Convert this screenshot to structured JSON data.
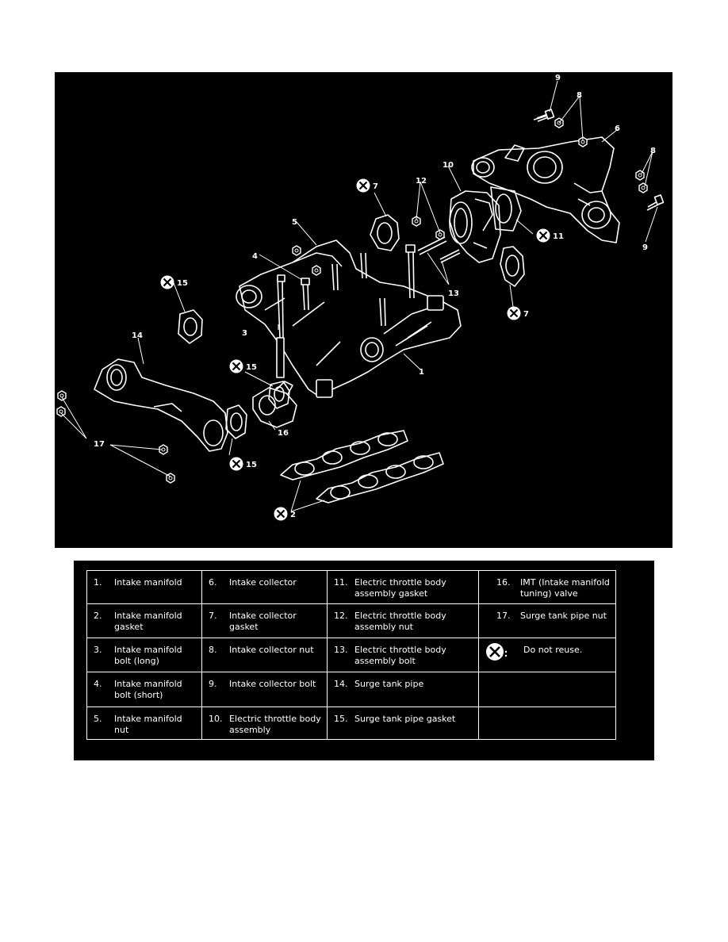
{
  "diagram": {
    "callouts": [
      "1",
      "2",
      "3",
      "4",
      "5",
      "6",
      "7",
      "7",
      "8",
      "8",
      "9",
      "9",
      "10",
      "11",
      "12",
      "13",
      "14",
      "15",
      "15",
      "15",
      "16",
      "17"
    ]
  },
  "legend": {
    "rows": [
      [
        {
          "num": "1.",
          "text": "Intake manifold"
        },
        {
          "num": "6.",
          "text": "Intake collector"
        },
        {
          "num": "11.",
          "text": "Electric throttle body assembly gasket"
        },
        {
          "num": "16.",
          "text": "IMT (Intake manifold tuning) valve"
        }
      ],
      [
        {
          "num": "2.",
          "text": "Intake manifold gasket"
        },
        {
          "num": "7.",
          "text": "Intake collector gasket"
        },
        {
          "num": "12.",
          "text": "Electric throttle body assembly nut"
        },
        {
          "num": "17.",
          "text": "Surge tank pipe nut"
        }
      ],
      [
        {
          "num": "3.",
          "text": "Intake manifold bolt (long)"
        },
        {
          "num": "8.",
          "text": "Intake collector nut"
        },
        {
          "num": "13.",
          "text": "Electric throttle body assembly bolt"
        },
        {
          "symbol": "do-not-reuse",
          "text": "Do not reuse."
        }
      ],
      [
        {
          "num": "4.",
          "text": "Intake manifold bolt (short)"
        },
        {
          "num": "9.",
          "text": "Intake collector bolt"
        },
        {
          "num": "14.",
          "text": "Surge tank pipe"
        },
        {
          "num": "",
          "text": ""
        }
      ],
      [
        {
          "num": "5.",
          "text": "Intake manifold nut"
        },
        {
          "num": "10.",
          "text": "Electric throttle body assembly"
        },
        {
          "num": "15.",
          "text": "Surge tank pipe gasket"
        },
        {
          "num": "",
          "text": ""
        }
      ]
    ]
  },
  "colors": {
    "background": "#000000",
    "foreground": "#ffffff"
  },
  "icons": {
    "do_not_reuse": "circled-x-icon"
  }
}
